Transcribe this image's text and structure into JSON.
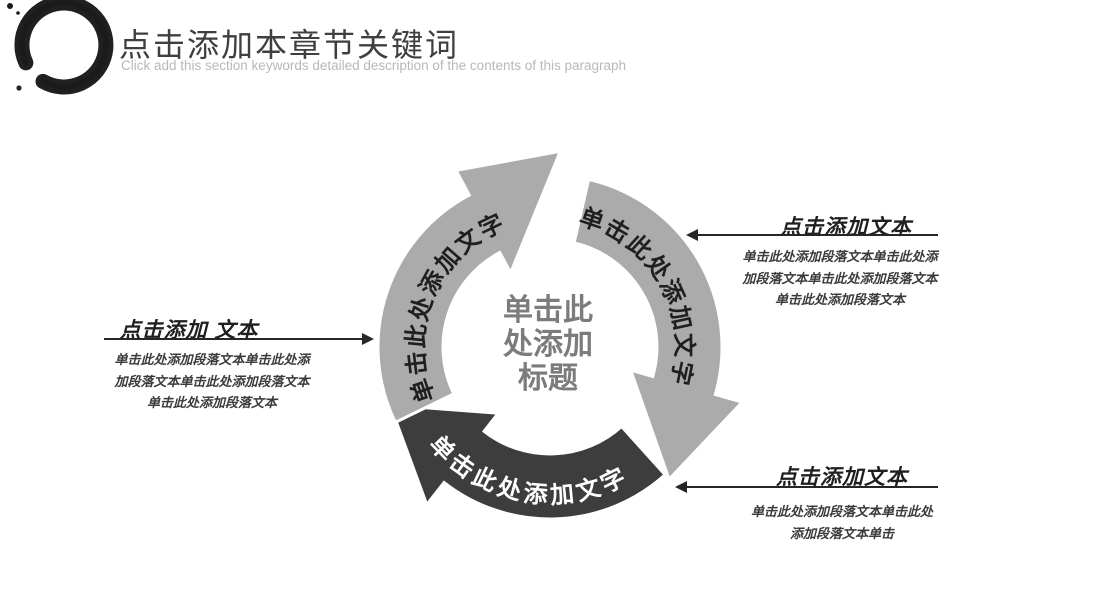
{
  "header": {
    "title": "点击添加本章节关键词",
    "subtitle": "Click add this section keywords detailed description of the contents of this paragraph",
    "logo": "ink-enso-circle"
  },
  "diagram": {
    "type": "cycle",
    "direction": "clockwise",
    "center": {
      "lines": [
        "单击此",
        "处添加",
        "标题"
      ]
    },
    "arcs": [
      {
        "position": "left",
        "label": "单击此处添加文字",
        "color": "#ababab",
        "text_color": "#1f1f1f"
      },
      {
        "position": "right",
        "label": "单击此处添加文字",
        "color": "#ababab",
        "text_color": "#1f1f1f"
      },
      {
        "position": "bottom",
        "label": "单击此处添加文字",
        "color": "#3d3d3d",
        "text_color": "#ffffff"
      }
    ]
  },
  "callouts": {
    "left": {
      "heading": "点击添加 文本",
      "body_lines": [
        "单击此处添加段落文本单击此处添",
        "加段落文本单击此处添加段落文本",
        "单击此处添加段落文本"
      ]
    },
    "top_right": {
      "heading": "点击添加文本",
      "body_lines": [
        "单击此处添加段落文本单击此处添",
        "加段落文本单击此处添加段落文本",
        "单击此处添加段落文本"
      ]
    },
    "bottom_right": {
      "heading": "点击添加文本",
      "body_lines": [
        "单击此处添加段落文本单击此处",
        "添加段落文本单击"
      ]
    }
  },
  "colors": {
    "background": "#ffffff",
    "title": "#3f3f3f",
    "subtitle": "#b8b8b8",
    "arc_light": "#ababab",
    "arc_dark": "#3d3d3d",
    "center_text": "#7c7c7c",
    "callout_text": "#1f1f1f",
    "connector": "#262626"
  }
}
